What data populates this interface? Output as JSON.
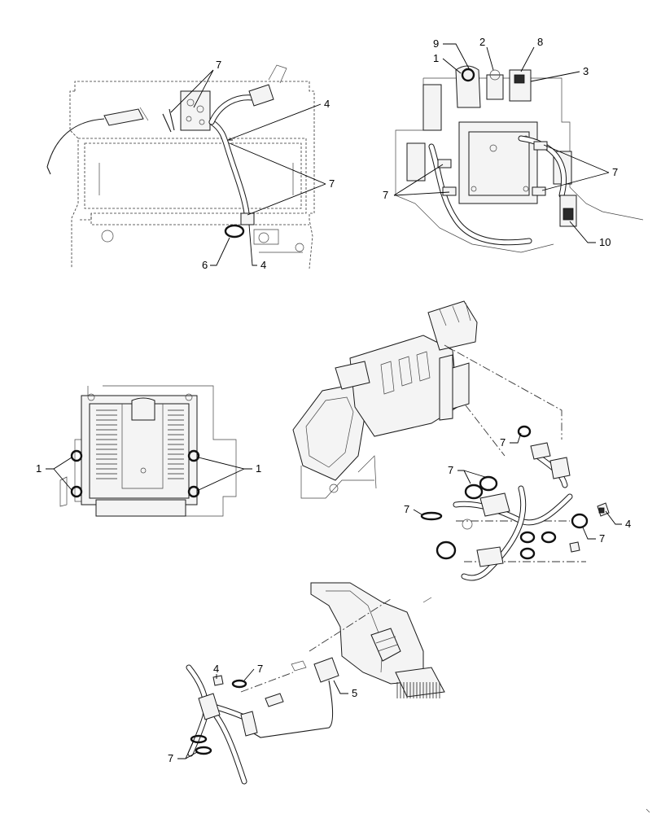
{
  "callouts": {
    "v1": {
      "c7": "7",
      "c4a": "4",
      "c7b": "7",
      "c6": "6",
      "c4b": "4"
    },
    "v2": {
      "c9": "9",
      "c1": "1",
      "c2": "2",
      "c8": "8",
      "c3": "3",
      "c7r": "7",
      "c7l": "7",
      "c10": "10"
    },
    "v3": {
      "c1l": "1",
      "c1r": "1"
    },
    "v4": {
      "c7a": "7",
      "c7b": "7",
      "c7c": "7",
      "c4": "4",
      "c7d": "7"
    },
    "v5": {
      "c4": "4",
      "c7a": "7",
      "c5": "5",
      "c7b": "7"
    }
  }
}
